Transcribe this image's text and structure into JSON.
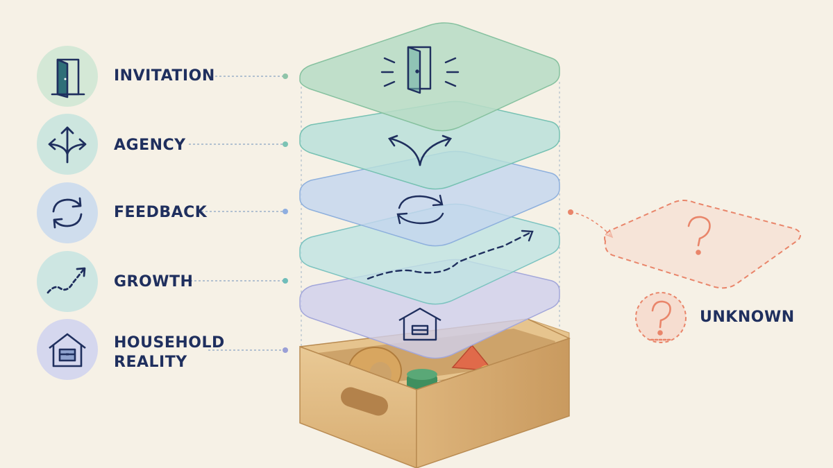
{
  "layers": [
    {
      "id": "invitation",
      "label": "INVITATION",
      "icon": "door-icon",
      "color": "#b8dcc6"
    },
    {
      "id": "agency",
      "label": "AGENCY",
      "icon": "branch-arrows-icon",
      "color": "#b7dfd9"
    },
    {
      "id": "feedback",
      "label": "FEEDBACK",
      "icon": "cycle-arrows-icon",
      "color": "#c3d6ee"
    },
    {
      "id": "growth",
      "label": "GROWTH",
      "icon": "trend-arrow-icon",
      "color": "#bfe3e2"
    },
    {
      "id": "household",
      "label_lines": [
        "HOUSEHOLD",
        "REALITY"
      ],
      "icon": "house-icon",
      "color": "#cfd0ec"
    }
  ],
  "unknown": {
    "label": "UNKNOWN",
    "icon": "question-mark-icon",
    "color": "#e9856a"
  },
  "accent": "#1f2f5e"
}
